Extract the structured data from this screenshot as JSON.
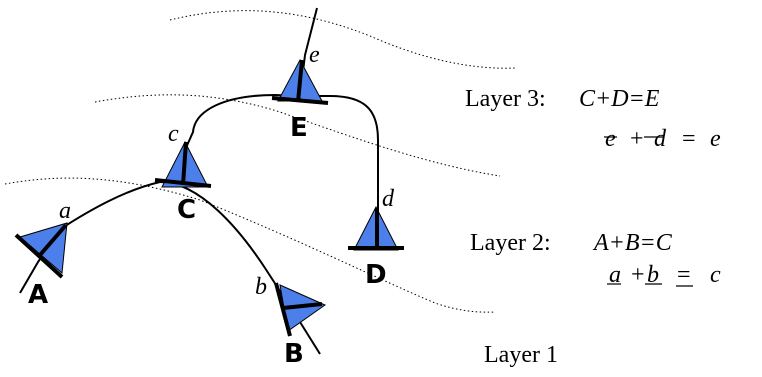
{
  "nodes": {
    "A": {
      "label": "A",
      "point": "a"
    },
    "B": {
      "label": "B",
      "point": "b"
    },
    "C": {
      "label": "C",
      "point": "c"
    },
    "D": {
      "label": "D",
      "point": "d"
    },
    "E": {
      "label": "E",
      "point": "e"
    }
  },
  "layers": {
    "layer3": {
      "title": "Layer 3:",
      "equation": "C+D=E",
      "points": [
        "e",
        "+",
        "d",
        "=",
        "e"
      ]
    },
    "layer2": {
      "title": "Layer 2:",
      "equation": "A+B=C",
      "points": [
        "a",
        "+",
        "b",
        "=",
        "c"
      ]
    },
    "layer1": {
      "title": "Layer 1"
    }
  },
  "colors": {
    "triangle_fill": "#4D7FEA",
    "stroke": "#000000"
  }
}
